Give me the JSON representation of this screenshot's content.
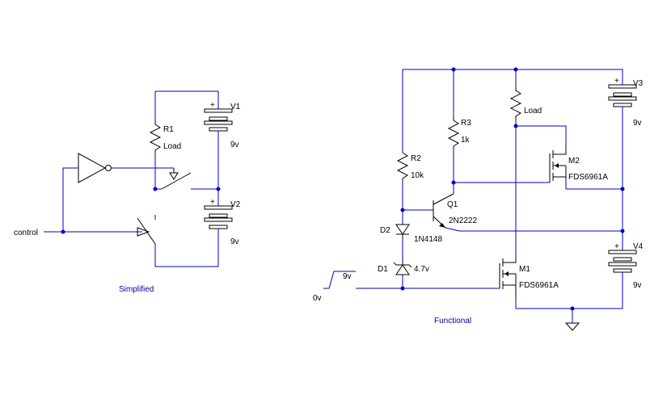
{
  "simplified": {
    "caption": "Simplified",
    "control_label": "control",
    "r1": {
      "name": "R1",
      "value": "Load"
    },
    "v1": {
      "name": "V1",
      "value": "9v"
    },
    "v2": {
      "name": "V2",
      "value": "9v"
    }
  },
  "functional": {
    "caption": "Functional",
    "r2": {
      "name": "R2",
      "value": "10k"
    },
    "r3": {
      "name": "R3",
      "value": "1k"
    },
    "load": {
      "value": "Load"
    },
    "q1": {
      "name": "Q1",
      "value": "2N2222"
    },
    "d2": {
      "name": "D2",
      "value": "1N4148"
    },
    "d1": {
      "name": "D1",
      "value": "4.7v"
    },
    "m1": {
      "name": "M1",
      "value": "FDS6961A"
    },
    "m2": {
      "name": "M2",
      "value": "FDS6961A"
    },
    "v3": {
      "name": "V3",
      "value": "9v"
    },
    "v4": {
      "name": "V4",
      "value": "9v"
    },
    "pulse": {
      "low": "0v",
      "high": "9v"
    }
  },
  "polarity_mark": "+"
}
